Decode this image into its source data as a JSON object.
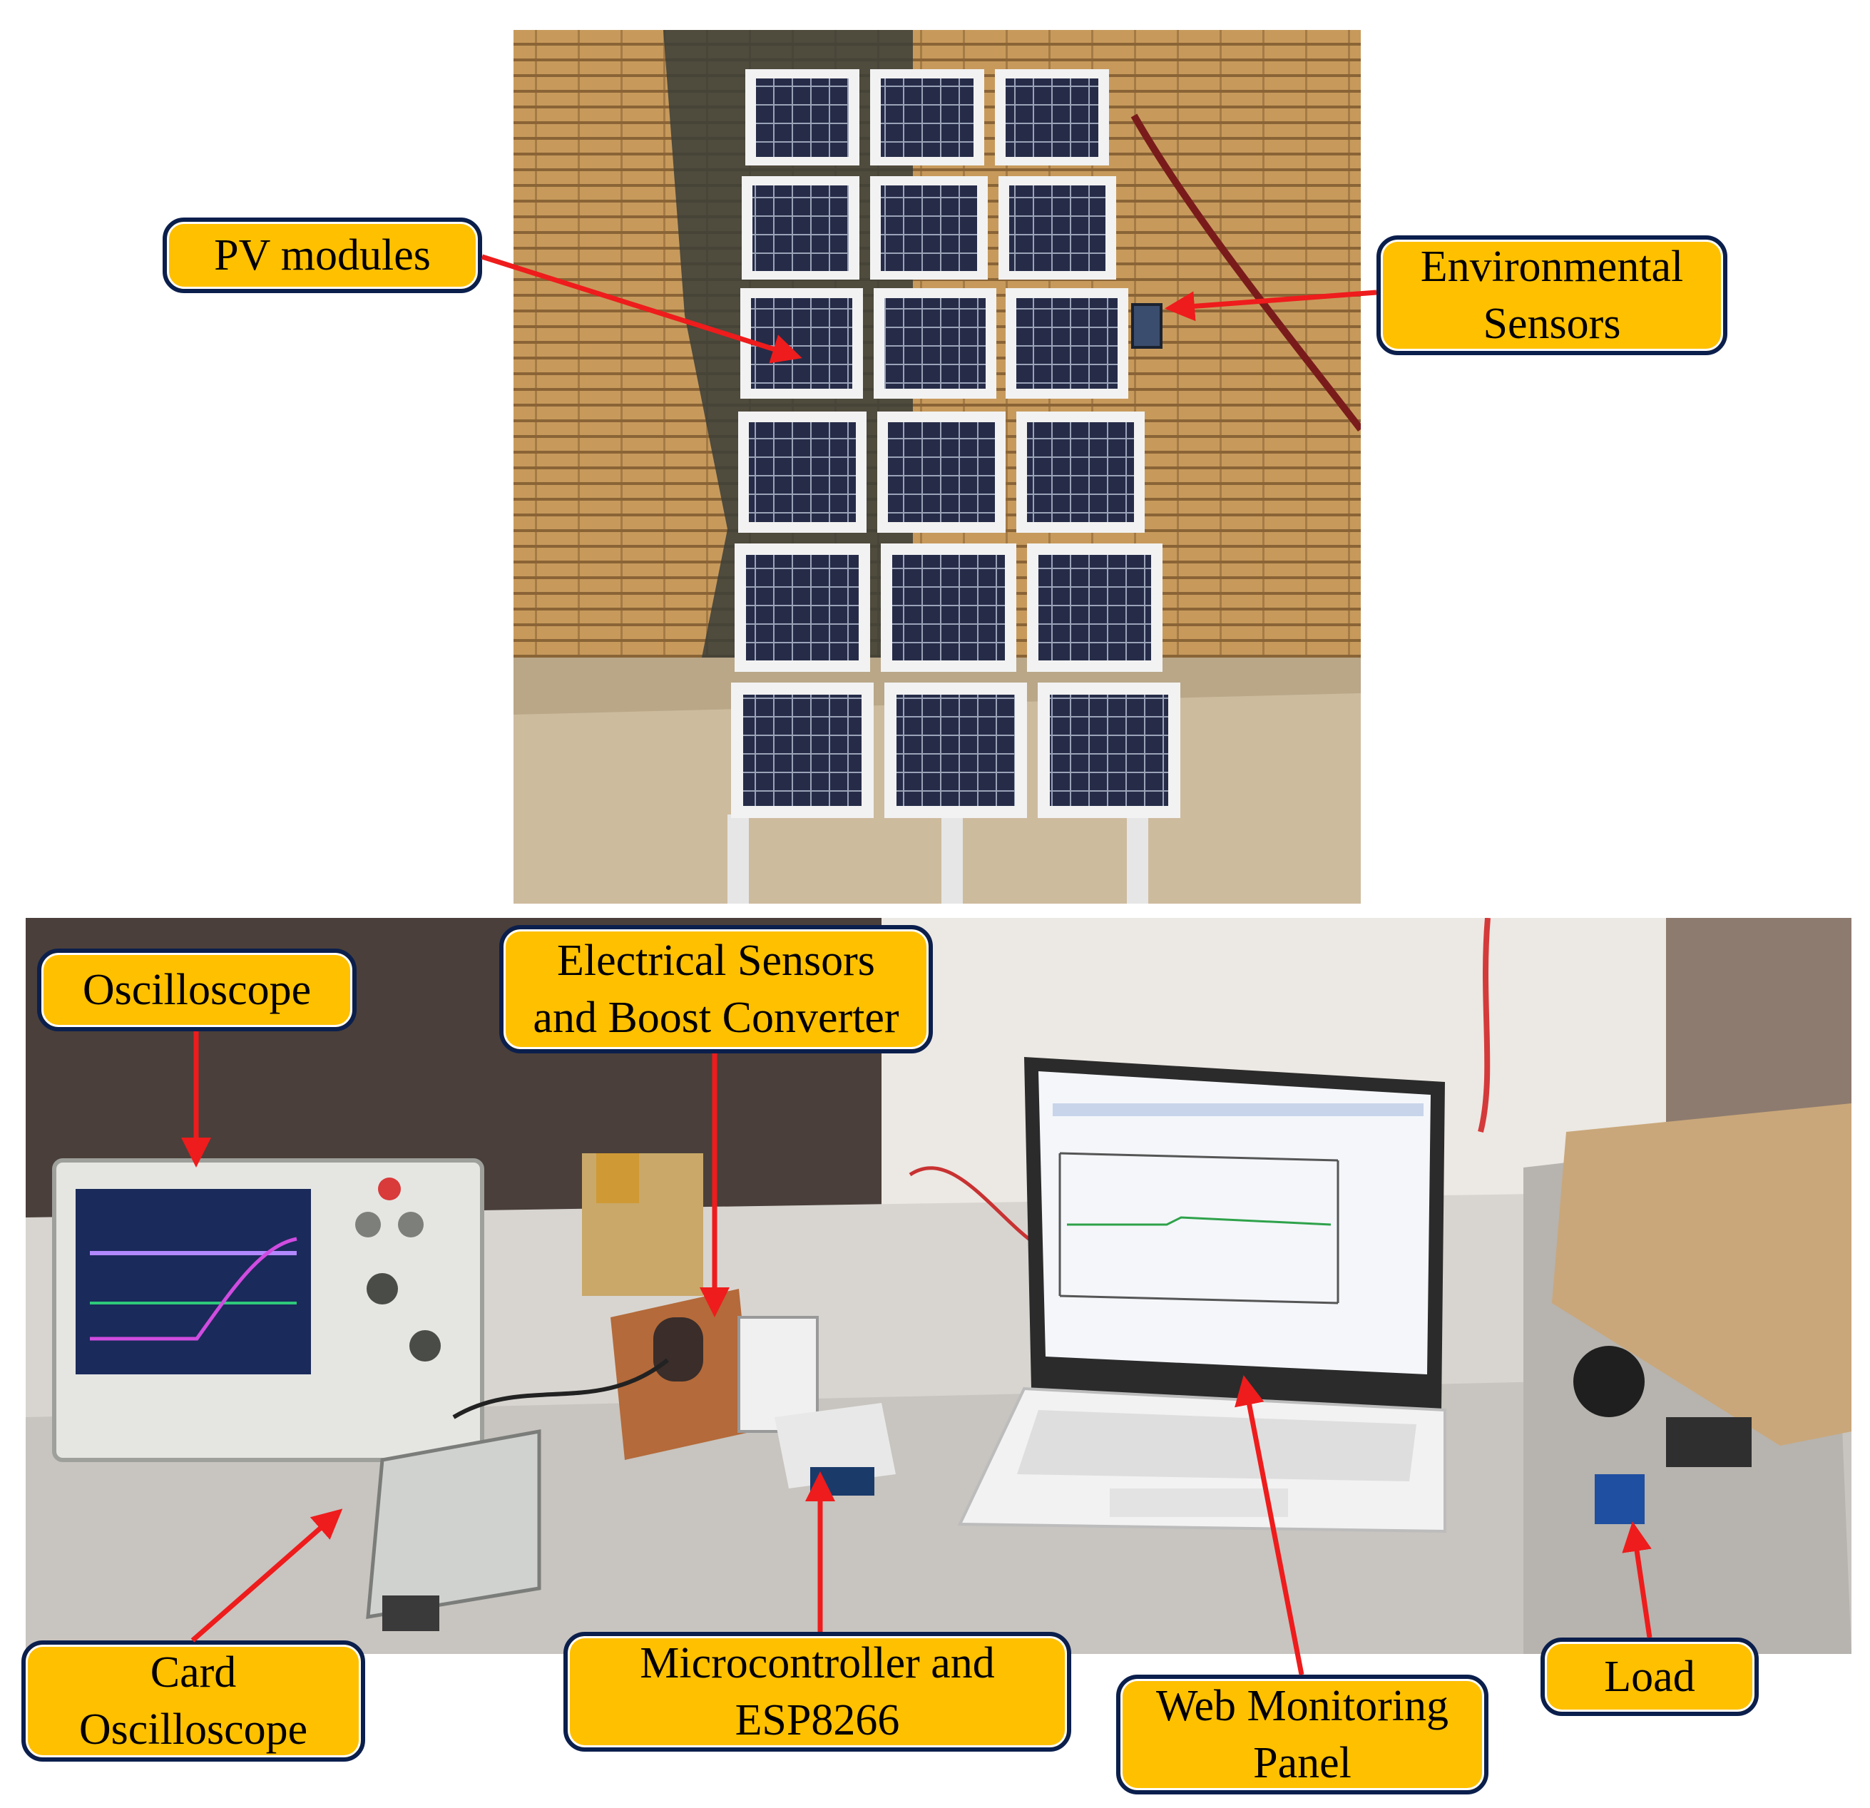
{
  "labels": {
    "pv_modules": "PV modules",
    "environmental_sensors": {
      "line1": "Environmental",
      "line2": "Sensors"
    },
    "oscilloscope": "Oscilloscope",
    "electrical_sensors": {
      "line1": "Electrical Sensors",
      "line2": "and Boost Converter"
    },
    "card_oscilloscope": {
      "line1": "Card",
      "line2": "Oscilloscope"
    },
    "microcontroller": {
      "line1": "Microcontroller and",
      "line2": "ESP8266"
    },
    "web_monitoring": {
      "line1": "Web Monitoring",
      "line2": "Panel"
    },
    "load": "Load"
  },
  "colors": {
    "label_fill": "#ffc000",
    "label_border": "#0b1f4d",
    "arrow": "#ee1c1c"
  }
}
